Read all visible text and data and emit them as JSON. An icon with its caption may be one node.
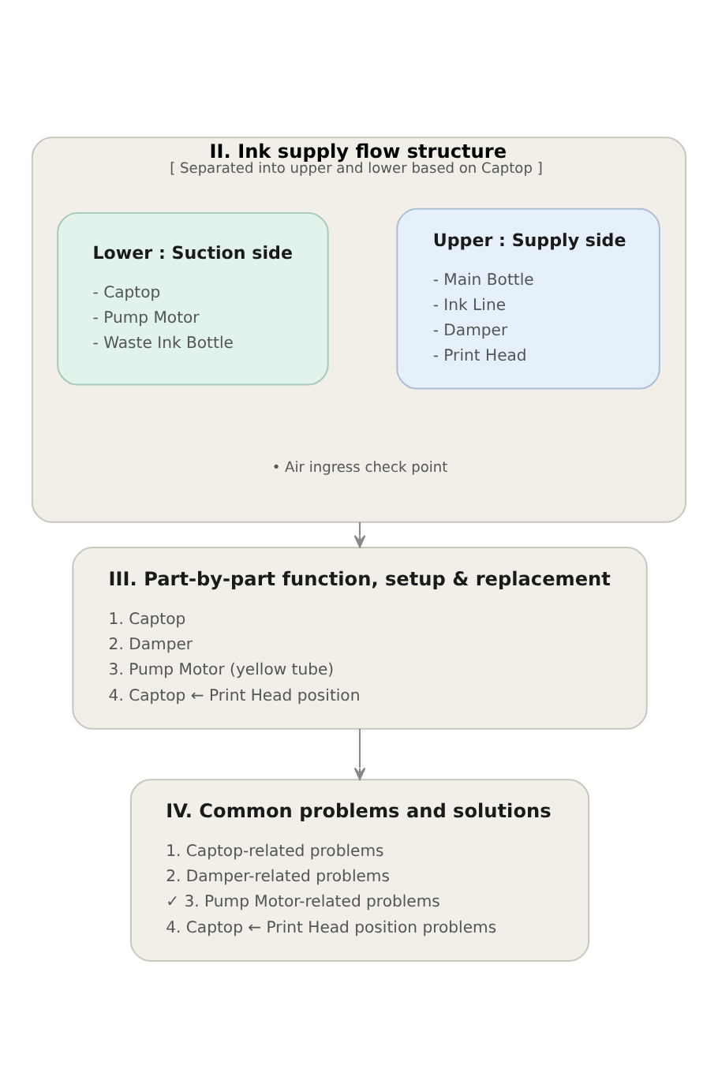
{
  "diagram": {
    "nodes": [
      {
        "text": [
          "II. Ink supply flow structure",
          "[ Separated into upper and lower based on Captop ]",
          "• Air ingress check point"
        ]
      },
      {
        "text": [
          "Upper : Supply side",
          "- Main Bottle",
          "- Ink Line",
          "- Damper",
          "- Print Head"
        ],
        "in": 0
      },
      {
        "text": [
          "Lower : Suction side",
          "- Captop",
          "- Pump Motor",
          "- Waste Ink Bottle"
        ],
        "in": 0
      },
      {
        "text": [
          "III. Part-by-part function, setup & replacement",
          "1. Captop",
          "2. Damper",
          "3. Pump Motor (yellow tube)",
          "4. Captop ← Print Head position"
        ]
      },
      {
        "text": [
          "IV. Common problems and solutions",
          "1. Captop-related problems",
          "2. Damper-related problems",
          "✓ 3. Pump Motor-related problems",
          "4. Captop ← Print Head position problems"
        ]
      }
    ],
    "edges": [
      {
        "from": 0,
        "to": 3,
        "arrow": "to"
      },
      {
        "from": 3,
        "to": 4,
        "arrow": "to"
      }
    ]
  }
}
